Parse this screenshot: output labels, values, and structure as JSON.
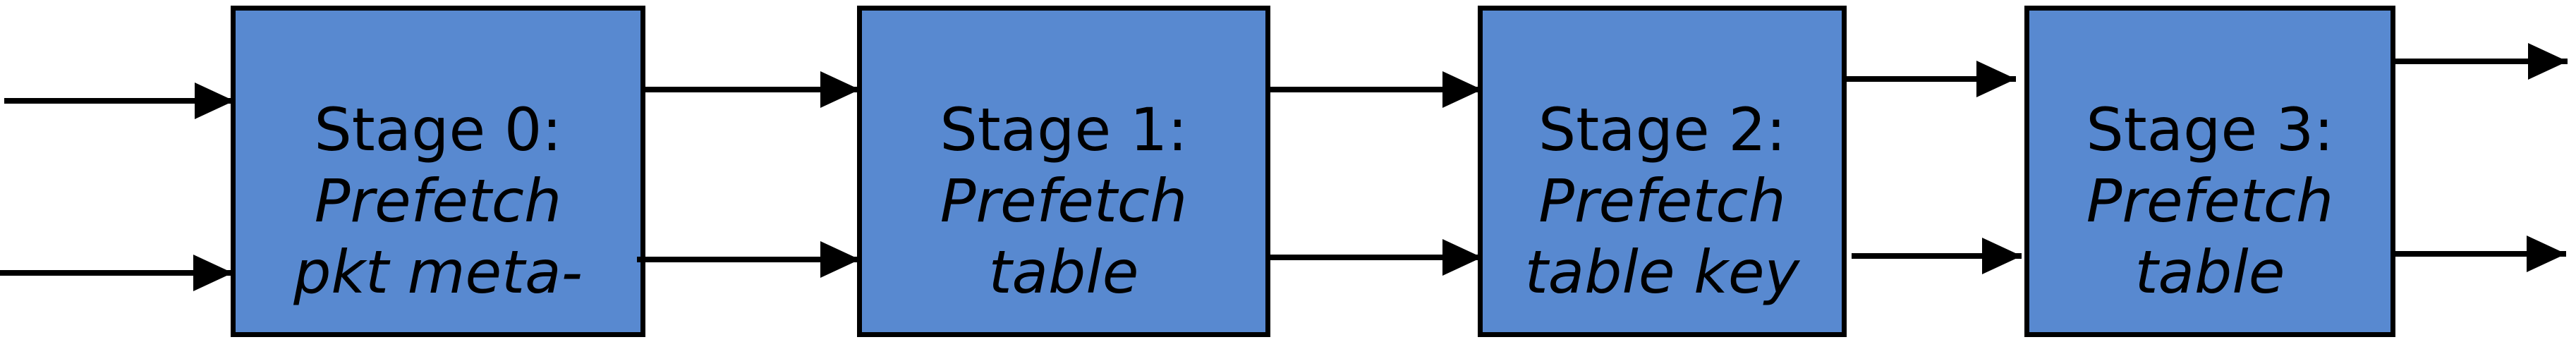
{
  "diagram": {
    "type": "pipeline-flow",
    "stages": [
      {
        "title": "Stage 0:",
        "subtitle": "Prefetch pkt meta-",
        "subtitle_lines": [
          "Prefetch",
          "pkt meta-"
        ]
      },
      {
        "title": "Stage 1:",
        "subtitle": "Prefetch table",
        "subtitle_lines": [
          "Prefetch",
          "table"
        ]
      },
      {
        "title": "Stage 2:",
        "subtitle": "Prefetch table key",
        "subtitle_lines": [
          "Prefetch",
          "table key"
        ]
      },
      {
        "title": "Stage 3:",
        "subtitle": "Prefetch table",
        "subtitle_lines": [
          "Prefetch",
          "table"
        ]
      }
    ],
    "colors": {
      "background": "#ffffff",
      "box_fill": "#5889d0",
      "box_border": "#000000",
      "arrow": "#000000",
      "text": "#000000"
    }
  }
}
